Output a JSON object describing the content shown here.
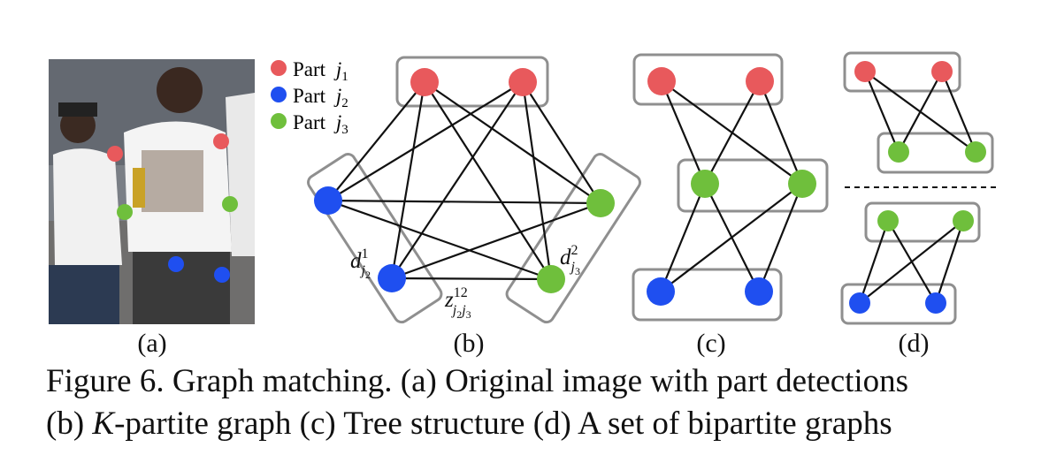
{
  "colors": {
    "part_j1": "#e8595c",
    "part_j2": "#1f4ff0",
    "part_j3": "#6fbf3c",
    "box_stroke": "#8f8f8f",
    "edge": "#111111"
  },
  "legend": {
    "j1": {
      "word": "Part",
      "sym": "j",
      "sub": "1"
    },
    "j2": {
      "word": "Part",
      "sym": "j",
      "sub": "2"
    },
    "j3": {
      "word": "Part",
      "sym": "j",
      "sub": "3"
    }
  },
  "panels": {
    "a": "(a)",
    "b": "(b)",
    "c": "(c)",
    "d": "(d)"
  },
  "math_labels": {
    "d1": {
      "base": "d",
      "sup": "1",
      "sub": "j",
      "subsub": "2"
    },
    "d2": {
      "base": "d",
      "sup": "2",
      "sub": "j",
      "subsub": "3"
    },
    "z": {
      "base": "z",
      "sup": "12",
      "sub": "j",
      "subsub1": "2",
      "sub2": "j",
      "subsub2": "3"
    }
  },
  "caption": {
    "line1": "Figure 6. Graph matching. (a) Original image with part detections",
    "line2_k": "K",
    "line2_rest": "-partite graph (c) Tree structure (d) A set of bipartite graphs",
    "line2_pre": "(b) "
  }
}
